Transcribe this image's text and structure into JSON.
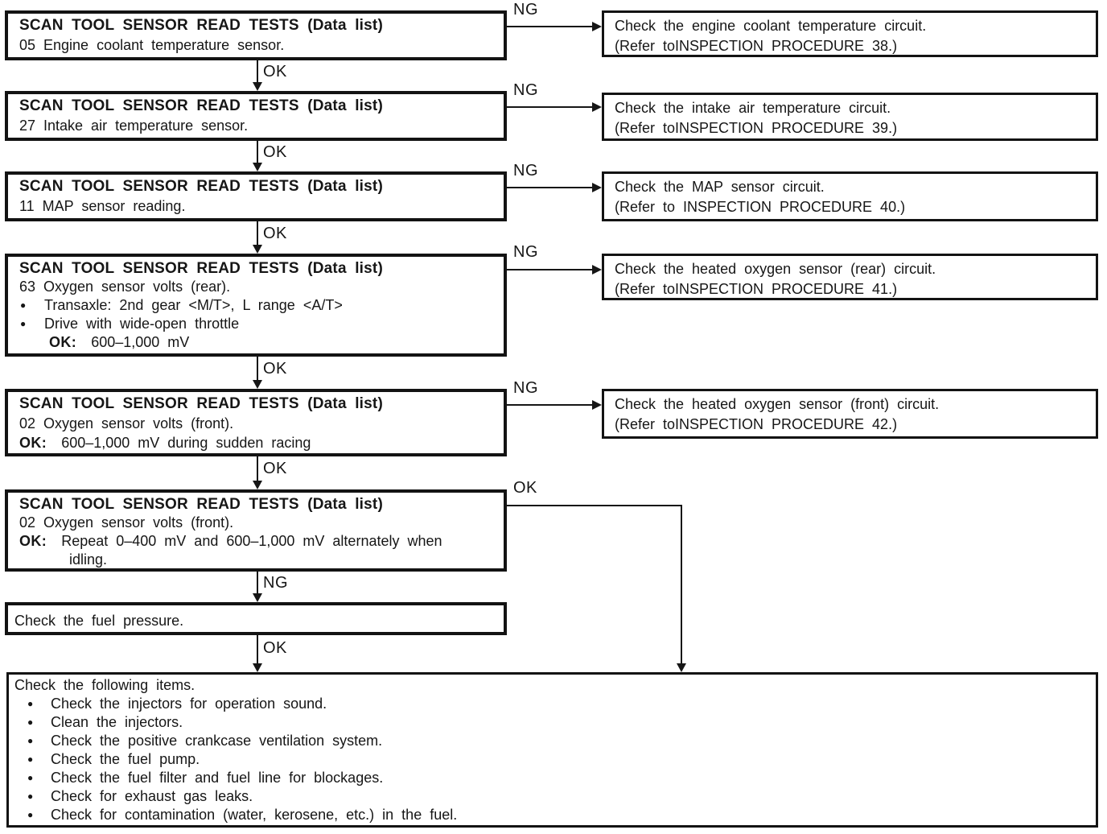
{
  "labels": {
    "ok": "OK",
    "ng": "NG"
  },
  "shared": {
    "scan_header": "SCAN TOOL SENSOR READ TESTS (Data list)"
  },
  "left_boxes": [
    {
      "line": "05 Engine coolant temperature sensor."
    },
    {
      "line": "27 Intake air temperature sensor."
    },
    {
      "line": "11 MAP sensor reading."
    },
    {
      "line": "63 Oxygen sensor volts (rear).",
      "bullets": [
        "Transaxle: 2nd gear <M/T>, L range <A/T>",
        "Drive with wide-open throttle"
      ],
      "ok_prefix": "OK:",
      "ok_text": "600–1,000 mV"
    },
    {
      "line": "02 Oxygen sensor volts (front).",
      "ok_prefix": "OK:",
      "ok_text": "600–1,000 mV during sudden racing"
    },
    {
      "line": "02 Oxygen sensor volts (front).",
      "ok_prefix": "OK:",
      "ok_text": "Repeat 0–400 mV and 600–1,000 mV alternately when",
      "ok_text2": "idling."
    }
  ],
  "fuel_box": {
    "text": "Check the fuel pressure."
  },
  "final_box": {
    "title": "Check the following items.",
    "bullets": [
      "Check the injectors for operation sound.",
      "Clean the injectors.",
      "Check the positive crankcase ventilation system.",
      "Check the fuel pump.",
      "Check the fuel filter and fuel line for blockages.",
      "Check for exhaust gas leaks.",
      "Check for contamination (water, kerosene, etc.) in the fuel."
    ]
  },
  "right_boxes": [
    {
      "line1": "Check the engine coolant temperature circuit.",
      "line2": "(Refer toINSPECTION PROCEDURE 38.)"
    },
    {
      "line1": "Check the intake air temperature circuit.",
      "line2": "(Refer toINSPECTION PROCEDURE 39.)"
    },
    {
      "line1": "Check the MAP sensor circuit.",
      "line2": "(Refer to INSPECTION PROCEDURE 40.)"
    },
    {
      "line1": "Check the heated oxygen sensor (rear) circuit.",
      "line2": "(Refer toINSPECTION PROCEDURE 41.)"
    },
    {
      "line1": "Check the heated oxygen sensor (front) circuit.",
      "line2": "(Refer toINSPECTION PROCEDURE 42.)"
    }
  ],
  "bullet_glyph": "●",
  "colors": {
    "ink": "#161616",
    "paper": "#ffffff"
  }
}
